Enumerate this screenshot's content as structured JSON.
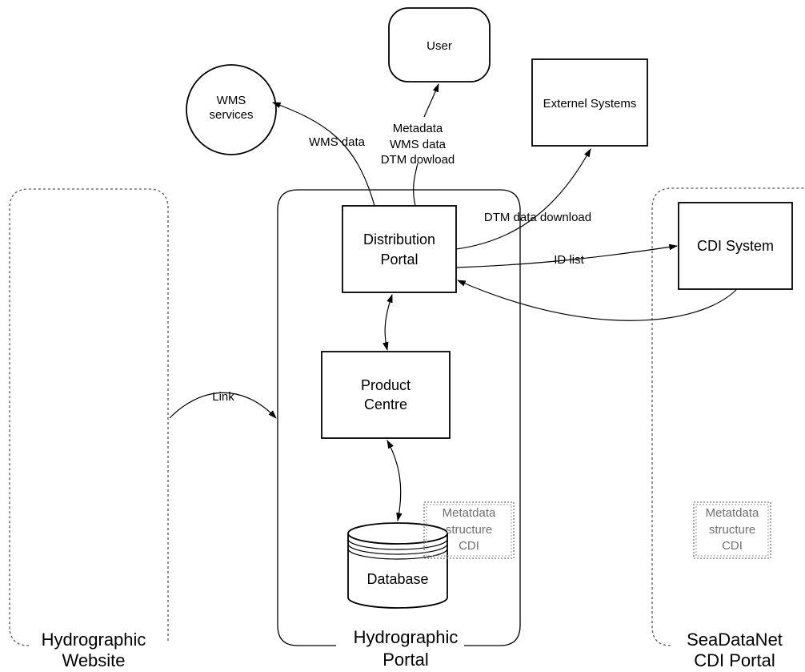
{
  "nodes": {
    "user": "User",
    "wms_services": [
      "WMS",
      "services"
    ],
    "external_systems": "Externel Systems",
    "distribution_portal": [
      "Distribution",
      "Portal"
    ],
    "product_centre": [
      "Product",
      "Centre"
    ],
    "database": "Database",
    "cdi_system": "CDI System",
    "metadata_note": [
      "Metatdata",
      "structure",
      "CDI"
    ]
  },
  "groups": {
    "hydrographic_website": [
      "Hydrographic",
      "Website"
    ],
    "hydrographic_portal": [
      "Hydrographic",
      "Portal"
    ],
    "seadatanet_cdi_portal": [
      "SeaDataNet",
      "CDI Portal"
    ]
  },
  "edges": {
    "wms_data": "WMS data",
    "user_flow": [
      "Metadata",
      "WMS data",
      "DTM dowload"
    ],
    "dtm_download": "DTM data download",
    "id_list": "ID list",
    "link": "Link"
  }
}
